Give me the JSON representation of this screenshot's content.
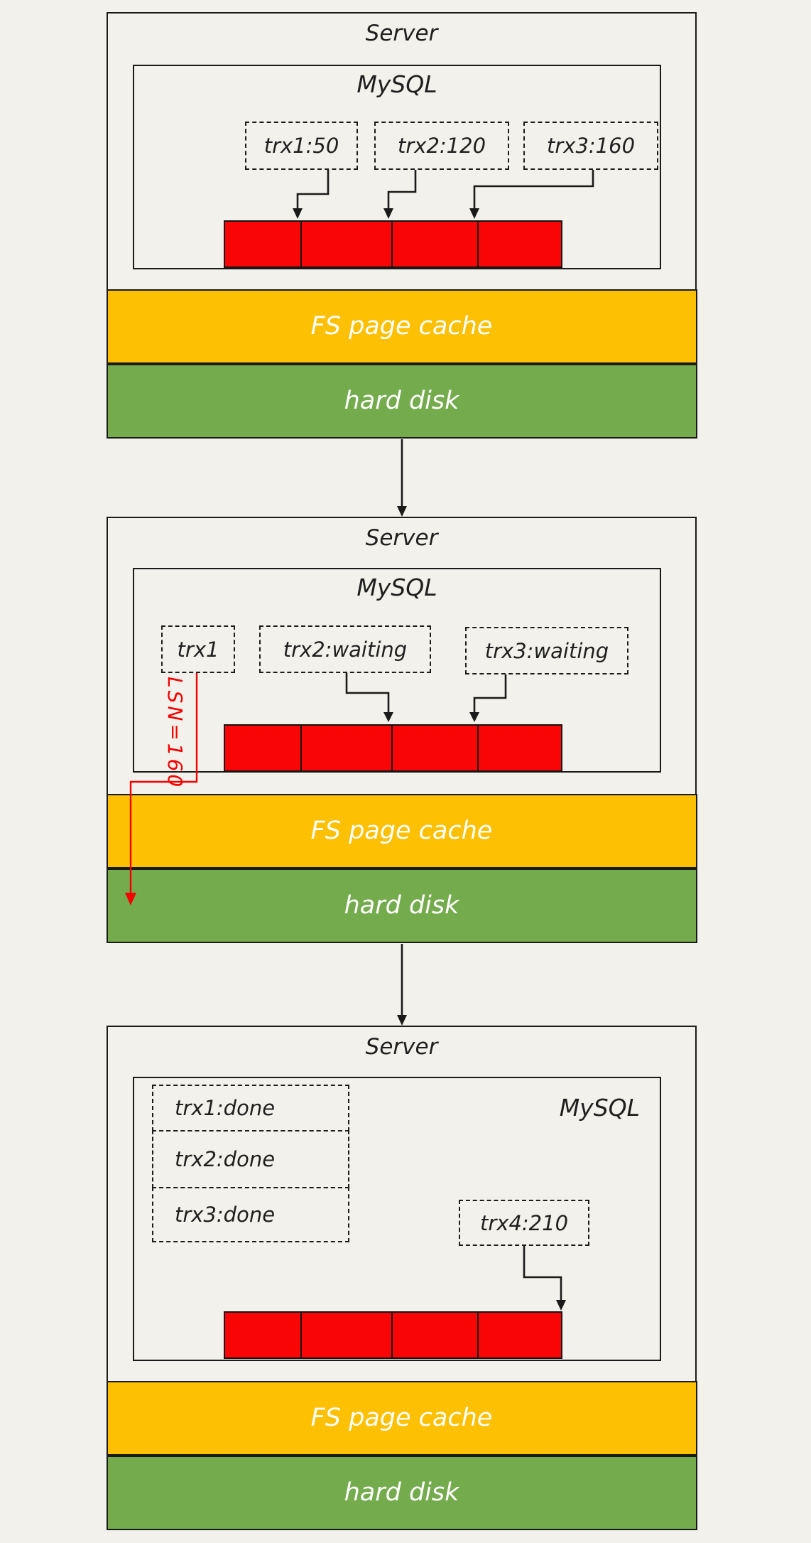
{
  "colors": {
    "background": "#f2f1eb",
    "log_buffer_red": "#fa0505",
    "fs_cache_yellow": "#fdc002",
    "hard_disk_green": "#74ac4d",
    "lsn_accent_red": "#f40000",
    "line_black": "#1a1a1a"
  },
  "panels": [
    {
      "server_label": "Server",
      "mysql_label": "MySQL",
      "cache_label": "FS page cache",
      "disk_label": "hard disk",
      "transactions": [
        {
          "label": "trx1:50"
        },
        {
          "label": "trx2:120"
        },
        {
          "label": "trx3:160"
        }
      ]
    },
    {
      "server_label": "Server",
      "mysql_label": "MySQL",
      "cache_label": "FS page cache",
      "disk_label": "hard disk",
      "lsn_label": "LSN=160",
      "transactions": [
        {
          "label": "trx1"
        },
        {
          "label": "trx2:waiting"
        },
        {
          "label": "trx3:waiting"
        }
      ]
    },
    {
      "server_label": "Server",
      "mysql_label": "MySQL",
      "cache_label": "FS page cache",
      "disk_label": "hard disk",
      "transactions": [
        {
          "label": "trx1:done"
        },
        {
          "label": "trx2:done"
        },
        {
          "label": "trx3:done"
        },
        {
          "label": "trx4:210"
        }
      ]
    }
  ]
}
